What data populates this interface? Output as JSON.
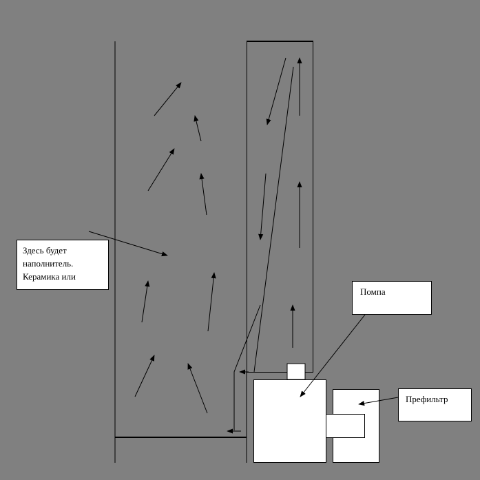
{
  "colors": {
    "background": "#808080",
    "line": "#000000",
    "box_fill": "#ffffff"
  },
  "labels": {
    "filler": {
      "lines": [
        "Здесь будет",
        "наполнитель.",
        "Керамика или"
      ]
    },
    "pump": {
      "text": "Помпа"
    },
    "prefilter": {
      "text": "Префильтр"
    }
  }
}
